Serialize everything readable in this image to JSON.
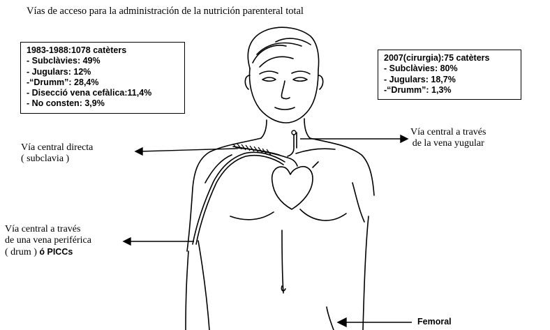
{
  "title": "Vías de acceso para la administración de la nutrición parenteral total",
  "box_left": {
    "lines": [
      "1983-1988:1078 catèters",
      "- Subclàvies: 49%",
      "- Jugulars: 12%",
      "-“Drumm”: 28,4%",
      "- Disecció vena cefàlica:11,4%",
      "- No consten: 3,9%"
    ]
  },
  "box_right": {
    "lines": [
      "2007(cirurgia):75 catèters",
      "- Subclàvies: 80%",
      "- Jugulars: 18,7%",
      "-“Drumm”: 1,3%"
    ]
  },
  "labels": {
    "subclavia_line1": "Vía central directa",
    "subclavia_line2": "( subclavia )",
    "yugular_line1": "Vía central a través",
    "yugular_line2": "de la vena yugular",
    "periferica_line1": "Vía central a través",
    "periferica_line2": "de una vena periférica",
    "periferica_line3_a": "( drum )",
    "periferica_line3_b": "ó PICCs",
    "femoral": "Femoral"
  }
}
